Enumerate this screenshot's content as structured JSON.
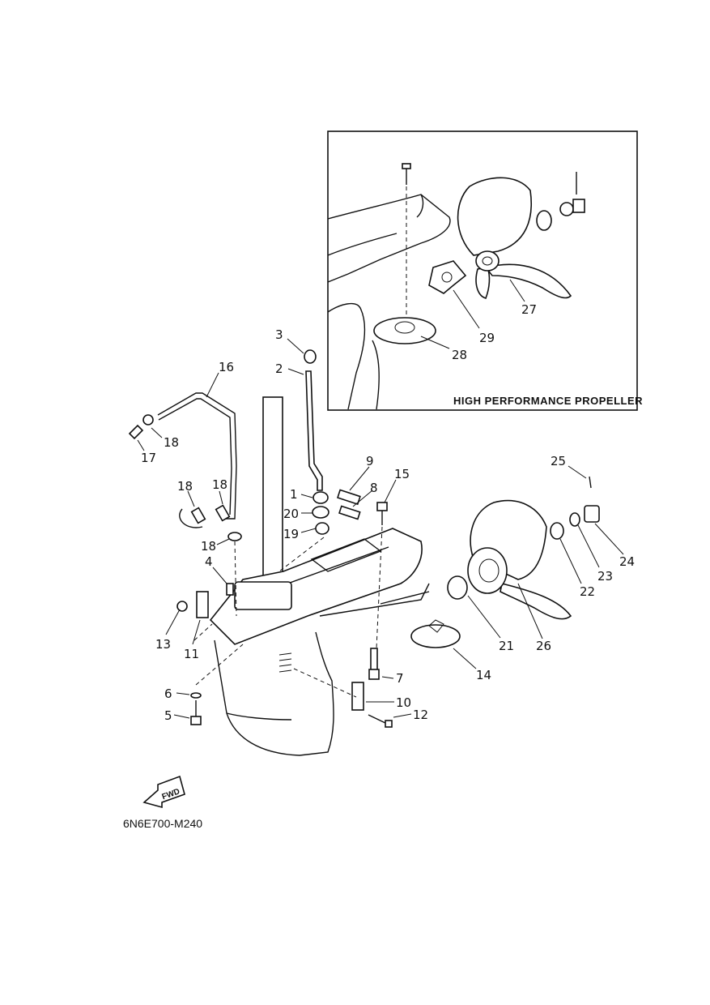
{
  "inset": {
    "title": "HIGH PERFORMANCE PROPELLER"
  },
  "drawing_code": "6N6E700-M240",
  "fwd_label": "FWD",
  "callouts": {
    "n1": "1",
    "n2": "2",
    "n3": "3",
    "n4": "4",
    "n5": "5",
    "n6": "6",
    "n7": "7",
    "n8": "8",
    "n9": "9",
    "n10": "10",
    "n11": "11",
    "n12": "12",
    "n13": "13",
    "n14": "14",
    "n15": "15",
    "n16": "16",
    "n17": "17",
    "n18a": "18",
    "n18b": "18",
    "n18c": "18",
    "n18d": "18",
    "n19": "19",
    "n20": "20",
    "n21": "21",
    "n22": "22",
    "n23": "23",
    "n24": "24",
    "n25": "25",
    "n26": "26",
    "n27": "27",
    "n28": "28",
    "n29": "29"
  }
}
